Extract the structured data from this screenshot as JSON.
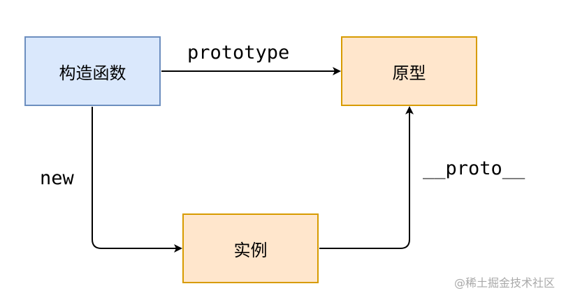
{
  "nodes": {
    "constructor": {
      "label": "构造函数"
    },
    "prototype": {
      "label": "原型"
    },
    "instance": {
      "label": "实例"
    }
  },
  "edges": {
    "prototype_link": {
      "label": "prototype"
    },
    "new_link": {
      "label": "new"
    },
    "proto_link": {
      "label": "__proto__"
    }
  },
  "watermark": "@稀土掘金技术社区",
  "colors": {
    "constructor_fill": "#dae8fc",
    "constructor_border": "#6c8ebf",
    "prototype_fill": "#ffe6cc",
    "prototype_border": "#d79b00",
    "edge": "#000000"
  }
}
